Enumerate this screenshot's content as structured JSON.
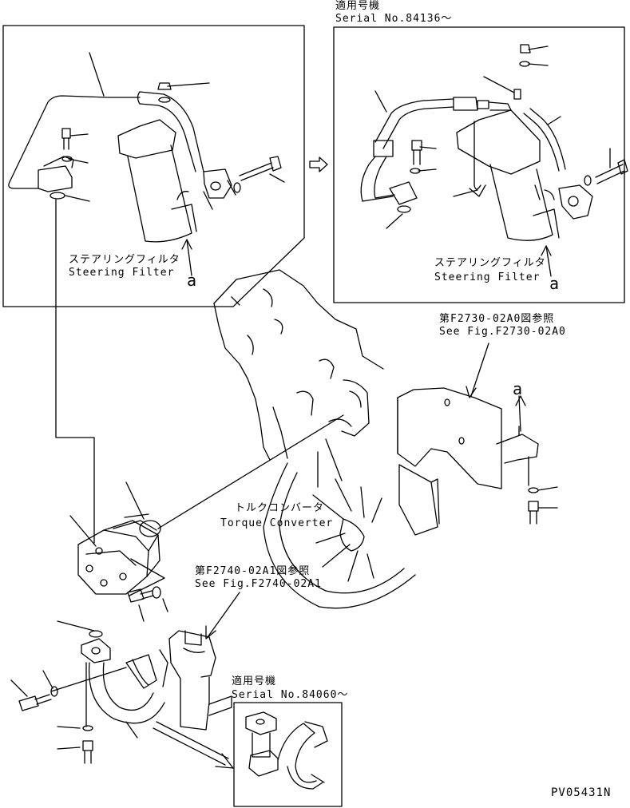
{
  "top_right_inset": {
    "applicability_label": "適用号機",
    "serial_label": "Serial No.84136～",
    "part_name_jp": "ステアリングフィルタ",
    "part_name_en": "Steering Filter",
    "view_marker": "a"
  },
  "top_left_inset": {
    "part_name_jp": "ステアリングフィルタ",
    "part_name_en": "Steering Filter",
    "view_marker": "a"
  },
  "main_view": {
    "reference_1_jp": "第F2730-02A0図参照",
    "reference_1_en": "See Fig.F2730-02A0",
    "reference_2_jp": "第F2740-02A1図参照",
    "reference_2_en": "See Fig.F2740-02A1",
    "component_jp": "トルクコンバータ",
    "component_en": "Torque Converter",
    "view_marker": "a"
  },
  "bottom_inset": {
    "applicability_label": "適用号機",
    "serial_label": "Serial No.84060～"
  },
  "drawing_code": "PV05431N"
}
